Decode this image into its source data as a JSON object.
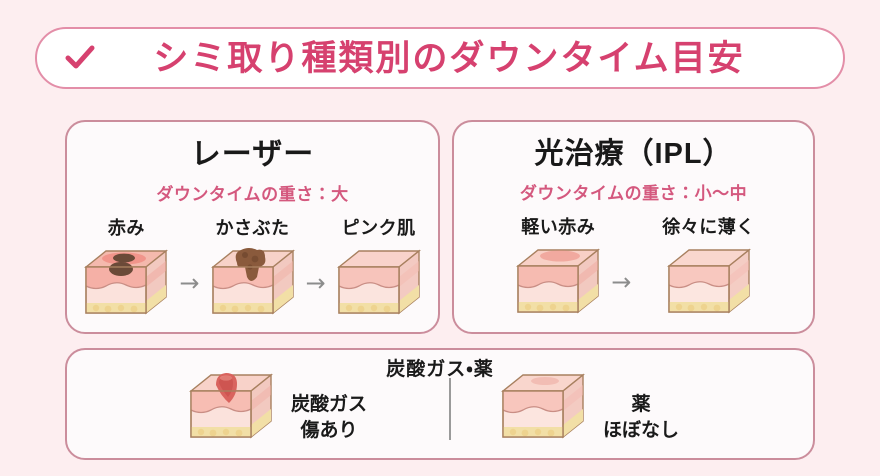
{
  "header": {
    "check_icon": "check-icon",
    "title": "シミ取り種類別のダウンタイム目安"
  },
  "panels": {
    "laser": {
      "title": "レーザー",
      "subtitle": "ダウンタイムの重さ：大",
      "arrow_glyph": "→",
      "stages": [
        {
          "label": "赤み",
          "diagram": "skin-block-red-spot"
        },
        {
          "label": "かさぶた",
          "diagram": "skin-block-scab"
        },
        {
          "label": "ピンク肌",
          "diagram": "skin-block-pink"
        }
      ]
    },
    "ipl": {
      "title": "光治療（IPL）",
      "subtitle": "ダウンタイムの重さ：小〜中",
      "arrow_glyph": "→",
      "stages": [
        {
          "label": "軽い赤み",
          "diagram": "skin-block-light-red"
        },
        {
          "label": "徐々に薄く",
          "diagram": "skin-block-fading"
        }
      ]
    },
    "bottom": {
      "title": "炭酸ガス・薬",
      "items": [
        {
          "label_line1": "炭酸ガス",
          "label_line2": "傷あり",
          "diagram": "skin-block-crater"
        },
        {
          "label_line1": "薬",
          "label_line2": "ほぼなし",
          "diagram": "skin-block-faint"
        }
      ]
    }
  },
  "colors": {
    "background": "#fdeef0",
    "title_text": "#d6416f",
    "title_border": "#e38ea8",
    "panel_border": "#cb8d9c",
    "panel_fill": "#fdfafb",
    "subtitle_text": "#d4587e",
    "heading_text": "#191919",
    "arrow": "#8c8c8c",
    "divider": "#9a9a9a",
    "skin_top": "#f7cfc6",
    "skin_dermis": "#f6c3bd",
    "skin_lower": "#fbe0da",
    "skin_fat": "#f2dfa6",
    "cube_outline": "#a8805f",
    "lesion_dark": "#6b4a38",
    "lesion_scab": "#8a5a3c",
    "lesion_red": "#d9635e"
  }
}
